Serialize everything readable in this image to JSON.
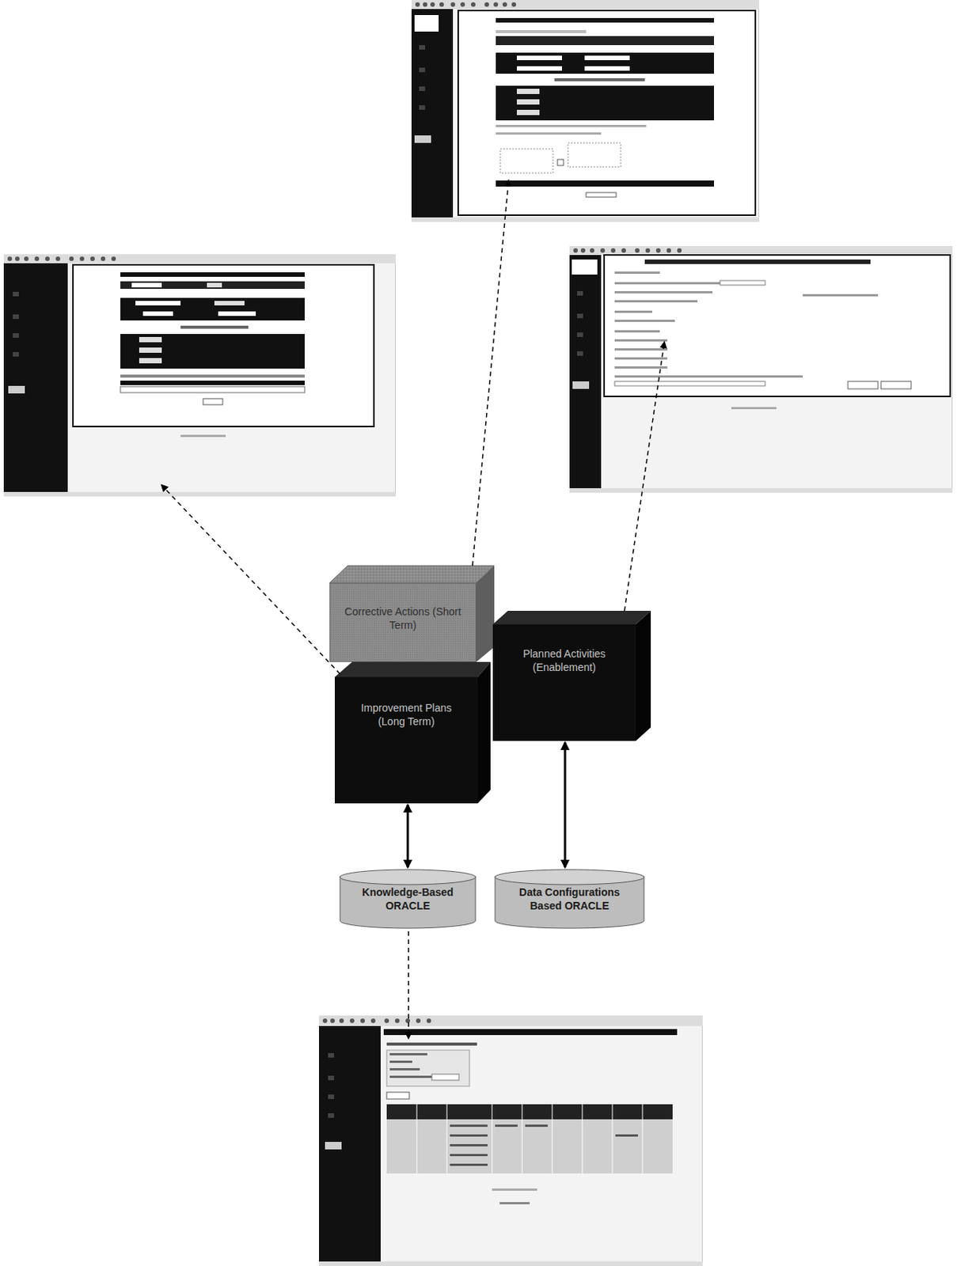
{
  "diagram": {
    "nodes": [
      {
        "text": [
          "Corrective Actions (Short Term)"
        ]
      },
      {
        "text": [
          "Improvement Plans (Long Term)"
        ]
      },
      {
        "text": [
          "Planned Activities (Enablement)"
        ]
      },
      {
        "text": [
          "Knowledge-Based ORACLE"
        ]
      },
      {
        "text": [
          "Data Configurations Based ORACLE"
        ]
      }
    ],
    "edges": [
      {
        "from": 1,
        "to": 3,
        "arrow": "both"
      },
      {
        "from": 2,
        "to": 4,
        "arrow": "both"
      }
    ]
  }
}
